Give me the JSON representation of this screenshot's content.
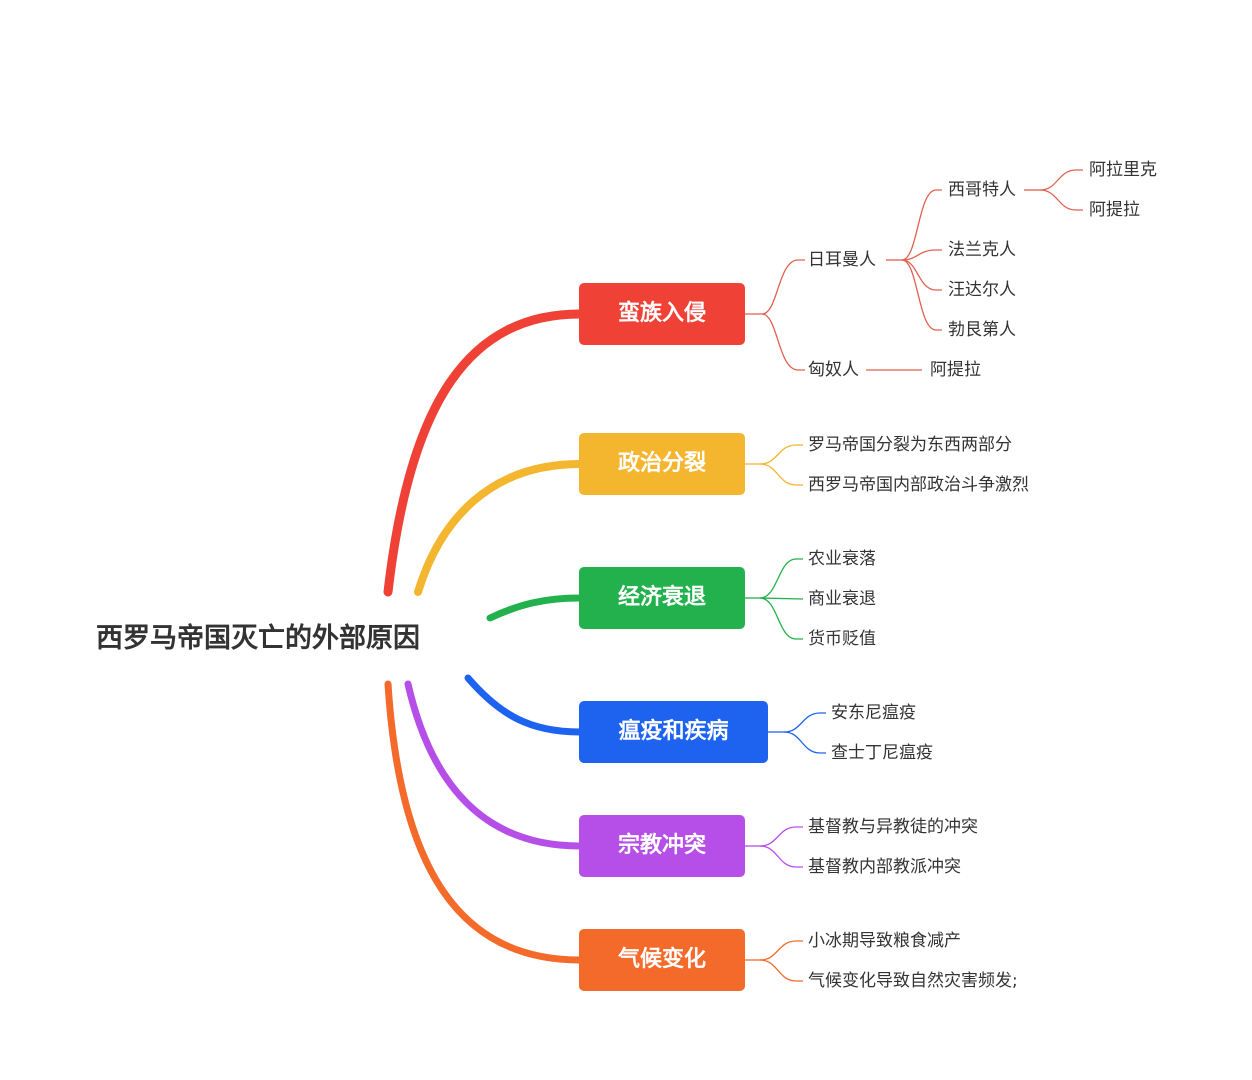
{
  "root": {
    "title": "西罗马帝国灭亡的外部原因"
  },
  "colors": {
    "red": "#ef4136",
    "yellow": "#f4b52f",
    "green": "#22b14c",
    "blue": "#1d63f0",
    "purple": "#b54fe8",
    "orange": "#f46a2a"
  },
  "branches": [
    {
      "label": "蛮族入侵",
      "color": "#ef4136",
      "children": [
        {
          "label": "日耳曼人",
          "children": [
            {
              "label": "西哥特人",
              "children": [
                {
                  "label": "阿拉里克"
                },
                {
                  "label": "阿提拉"
                }
              ]
            },
            {
              "label": "法兰克人"
            },
            {
              "label": "汪达尔人"
            },
            {
              "label": "勃艮第人"
            }
          ]
        },
        {
          "label": "匈奴人",
          "children": [
            {
              "label": "阿提拉"
            }
          ]
        }
      ]
    },
    {
      "label": "政治分裂",
      "color": "#f4b52f",
      "children": [
        {
          "label": "罗马帝国分裂为东西两部分"
        },
        {
          "label": "西罗马帝国内部政治斗争激烈"
        }
      ]
    },
    {
      "label": "经济衰退",
      "color": "#22b14c",
      "children": [
        {
          "label": "农业衰落"
        },
        {
          "label": "商业衰退"
        },
        {
          "label": "货币贬值"
        }
      ]
    },
    {
      "label": "瘟疫和疾病",
      "color": "#1d63f0",
      "children": [
        {
          "label": "安东尼瘟疫"
        },
        {
          "label": "查士丁尼瘟疫"
        }
      ]
    },
    {
      "label": "宗教冲突",
      "color": "#b54fe8",
      "children": [
        {
          "label": "基督教与异教徒的冲突"
        },
        {
          "label": "基督教内部教派冲突"
        }
      ]
    },
    {
      "label": "气候变化",
      "color": "#f46a2a",
      "children": [
        {
          "label": "小冰期导致粮食减产"
        },
        {
          "label": "气候变化导致自然灾害频发;"
        }
      ]
    }
  ]
}
